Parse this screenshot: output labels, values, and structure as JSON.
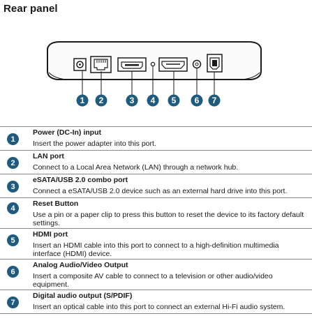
{
  "heading": "Rear panel",
  "callouts": [
    "1",
    "2",
    "3",
    "4",
    "5",
    "6",
    "7"
  ],
  "items": [
    {
      "num": "1",
      "title": "Power (DC-In) input",
      "desc": "Insert the power adapter into this port."
    },
    {
      "num": "2",
      "title": "LAN port",
      "desc": "Connect to a Local Area Network (LAN) through a network hub."
    },
    {
      "num": "3",
      "title": "eSATA/USB 2.0 combo port",
      "desc": "Connect a eSATA/USB 2.0 device such as an external hard drive into this port."
    },
    {
      "num": "4",
      "title": "Reset Button",
      "desc": "Use a pin or a paper clip to press this button to reset the device to its factory default settings."
    },
    {
      "num": "5",
      "title": "HDMI port",
      "desc": "Insert an HDMI cable into this port to connect to a high-definition multimedia interface (HDMI) device."
    },
    {
      "num": "6",
      "title": "Analog Audio/Video Output",
      "desc": "Insert a composite AV cable to connect to a television or other audio/video equipment."
    },
    {
      "num": "7",
      "title": "Digital audio output (S/PDIF)",
      "desc": "Insert an optical cable into this port to connect an external Hi-Fi audio system."
    }
  ]
}
